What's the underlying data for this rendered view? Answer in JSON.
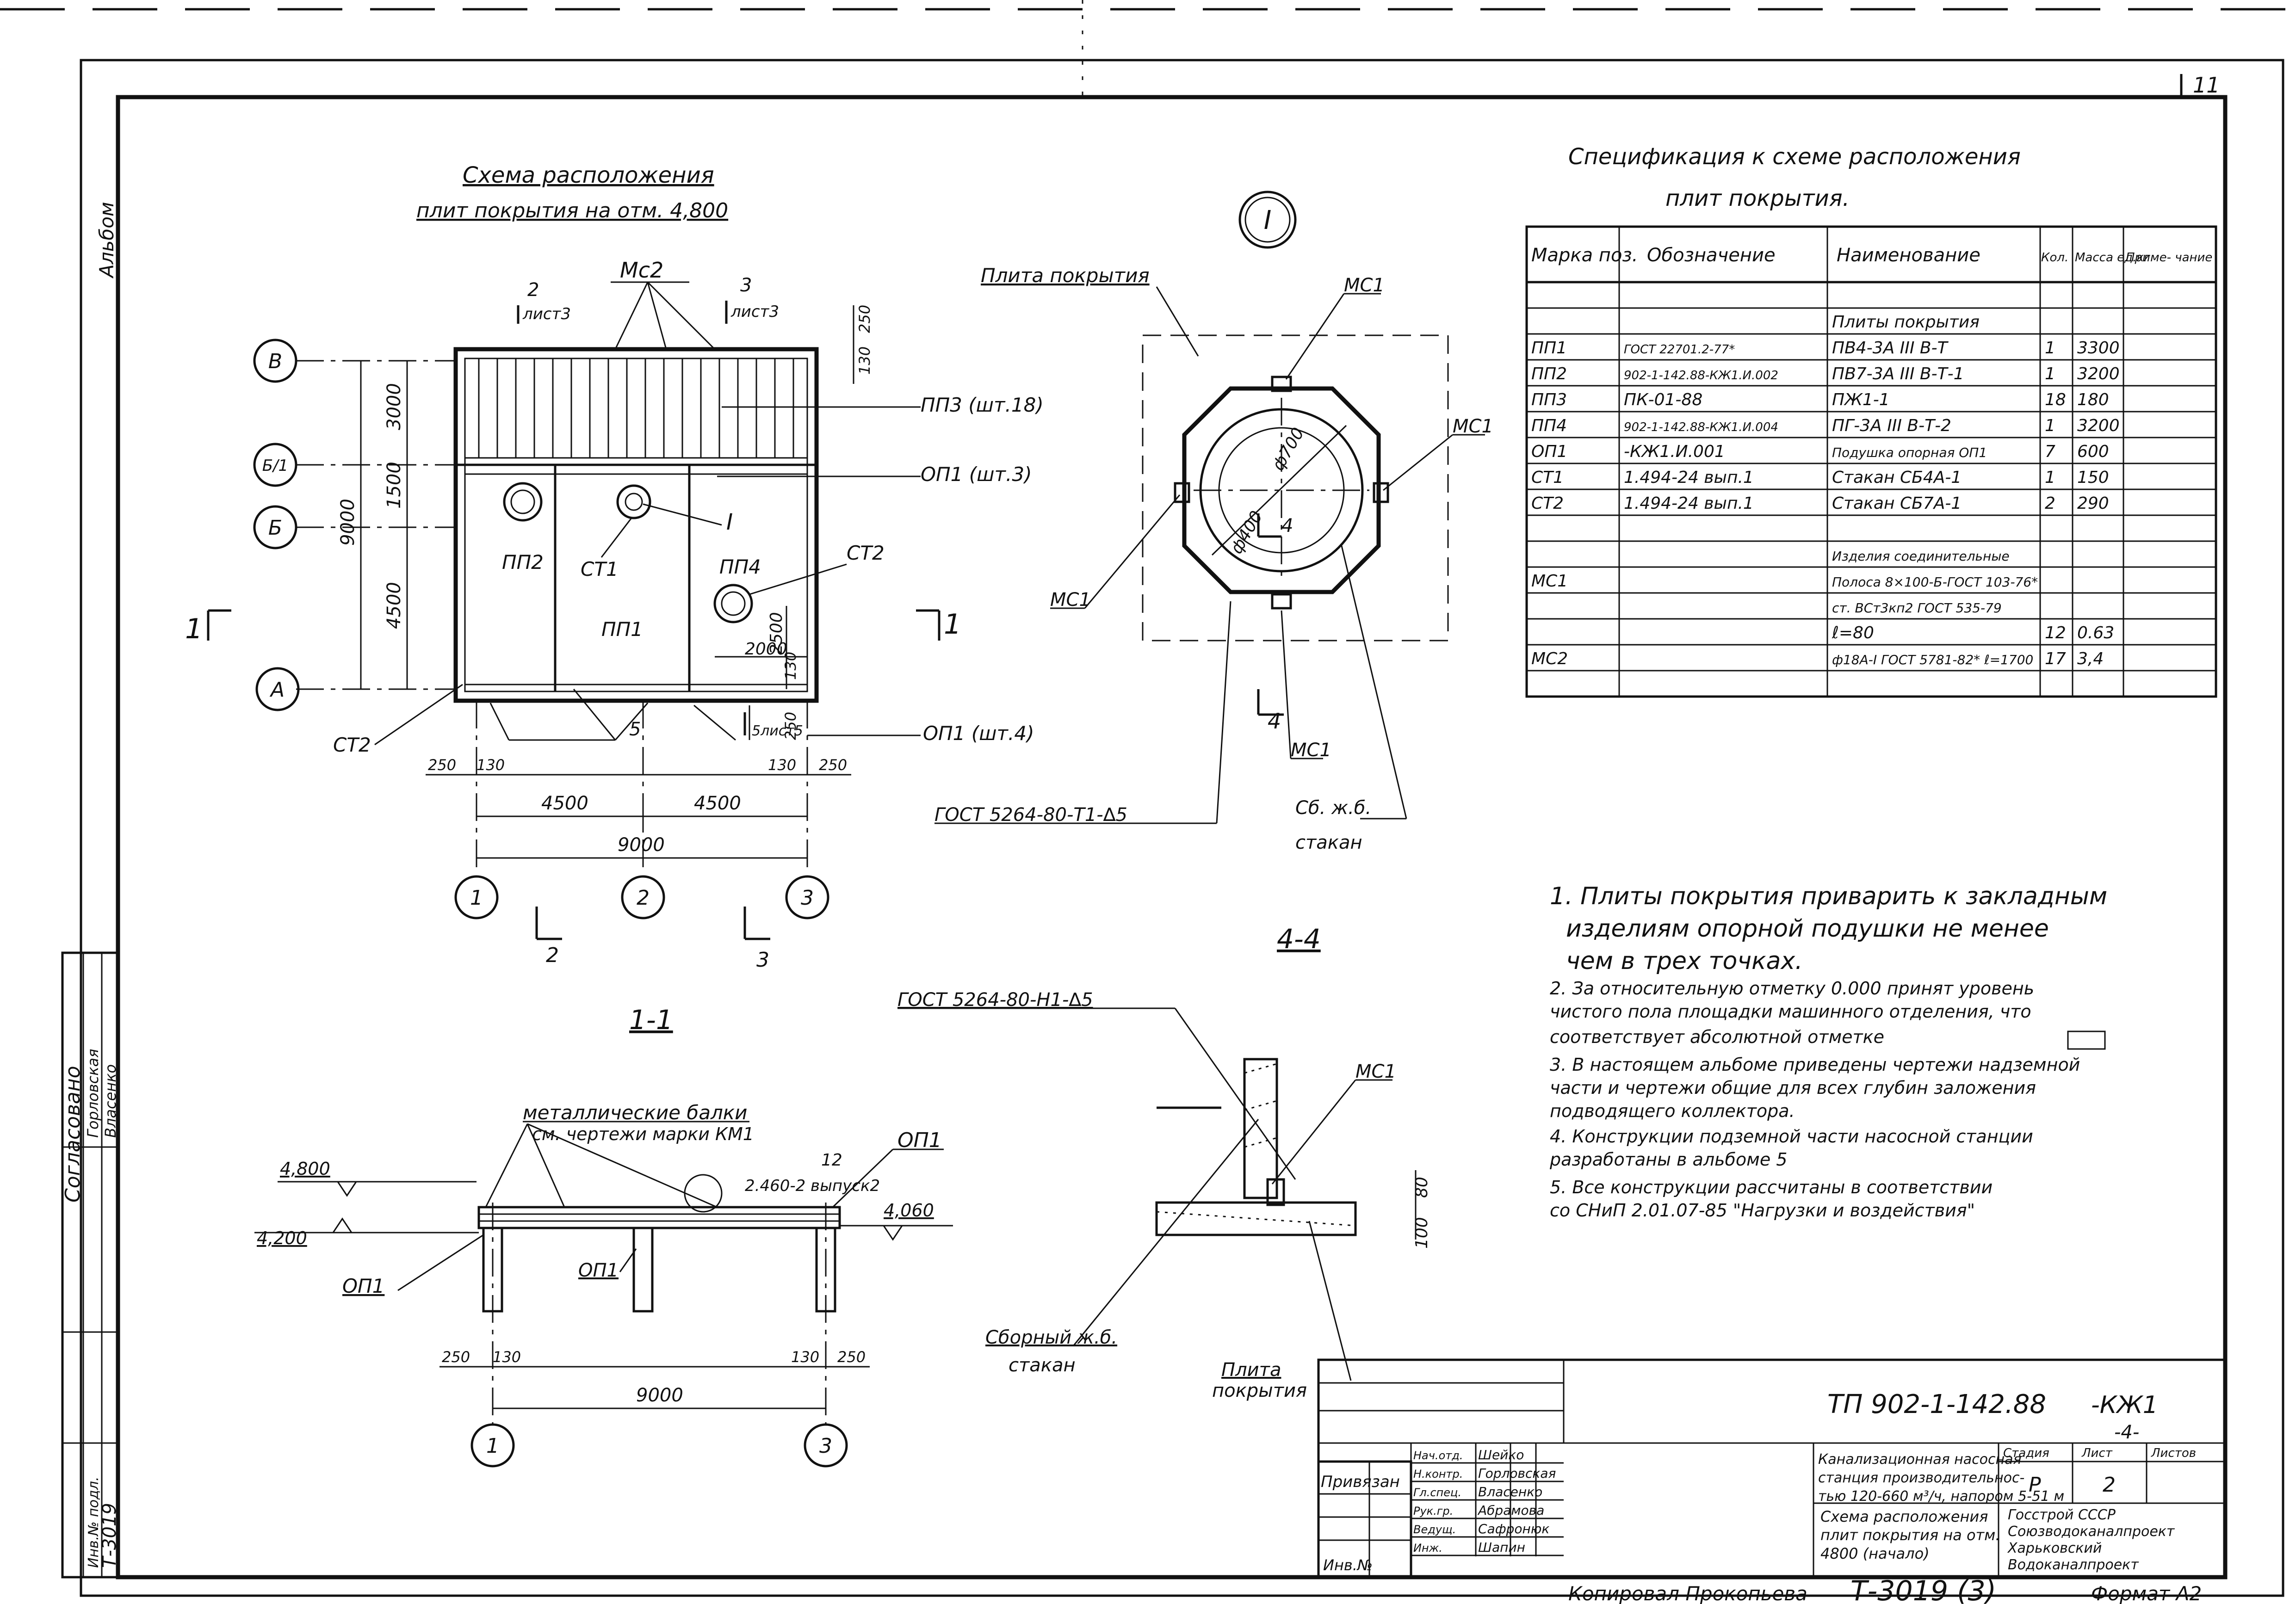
{
  "plan": {
    "title1": "Схема расположения",
    "title2": "плит покрытия на отм. 4,800",
    "mc2": "Мс2",
    "sec2": "2",
    "sec2_sheet": "лист3",
    "sec3": "3",
    "sec3_sheet": "лист3",
    "axis_v": "В",
    "axis_b1": "Б/1",
    "axis_b": "Б",
    "axis_a": "А",
    "axis_1": "1",
    "axis_2": "2",
    "axis_3": "3",
    "d3000": "3000",
    "d1500": "1500",
    "d4500v": "4500",
    "d9000v": "9000",
    "d250t": "250",
    "d130t": "130",
    "pp3": "ПП3 (шт.18)",
    "op1_3": "ОП1 (шт.3)",
    "pp2": "ПП2",
    "st1": "СТ1",
    "pp4": "ПП4",
    "st2_label": "СТ2",
    "mark_I": "I",
    "pp1": "ПП1",
    "d2000": "2000",
    "d2500": "2500",
    "d130b": "130",
    "d250b": "250",
    "st2": "СТ2",
    "sec5": "5",
    "sec5_sheet": "5лист5",
    "op1_4": "ОП1 (шт.4)",
    "d250l": "250",
    "d130l": "130",
    "d130r": "130",
    "d250r": "250",
    "d4500a": "4500",
    "d4500b": "4500",
    "d9000h": "9000",
    "sec1": "1",
    "sec1b": "1"
  },
  "node": {
    "mark": "I",
    "plita": "Плита покрытия",
    "mc1a": "МС1",
    "mc1b": "МС1",
    "mc1c": "МС1",
    "mc1d": "МС1",
    "d400": "ф400",
    "d700": "ф700",
    "sec4a": "4",
    "sec4b": "4",
    "gost": "ГОСТ 5264-80-Т1-∆5",
    "sb1": "Сб. ж.б.",
    "sb2": "стакан"
  },
  "section44": {
    "title": "4-4",
    "gost": "ГОСТ 5264-80-Н1-∆5",
    "mc1": "МС1",
    "d80": "80",
    "d100": "100",
    "sb1": "Сборный ж.б.",
    "sb2": "стакан",
    "pl1": "Плита",
    "pl2": "покрытия"
  },
  "section11": {
    "title": "1-1",
    "beams1": "металлические балки",
    "beams2": "см. чертежи марки КМ1",
    "op1top": "ОП1",
    "d12": "12",
    "plates": "2.460-2 выпуск2",
    "e4800": "4,800",
    "e4200": "4,200",
    "e4060": "4,060",
    "op1a": "ОП1",
    "op1b": "ОП1",
    "d250l": "250",
    "d130l": "130",
    "d130r": "130",
    "d250r": "250",
    "d9000": "9000",
    "axis_1": "1",
    "axis_3": "3"
  },
  "spec": {
    "title1": "Спецификация к схеме расположения",
    "title2": "плит покрытия.",
    "headers": [
      "Марка поз.",
      "Обозначение",
      "Наименование",
      "Кол.",
      "Масса ед.кг",
      "Приме- чание"
    ],
    "rows": [
      [
        "",
        "",
        "",
        "",
        "",
        ""
      ],
      [
        "",
        "",
        "Плиты покрытия",
        "",
        "",
        ""
      ],
      [
        "ПП1",
        "ГОСТ 22701.2-77*",
        "ПВ4-3А III В-Т",
        "1",
        "3300",
        ""
      ],
      [
        "ПП2",
        "902-1-142.88-КЖ1.И.002",
        "ПВ7-3А III В-Т-1",
        "1",
        "3200",
        ""
      ],
      [
        "ПП3",
        "ПК-01-88",
        "ПЖ1-1",
        "18",
        "180",
        ""
      ],
      [
        "ПП4",
        "902-1-142.88-КЖ1.И.004",
        "ПГ-3А III В-Т-2",
        "1",
        "3200",
        ""
      ],
      [
        "ОП1",
        "-КЖ1.И.001",
        "Подушка опорная ОП1",
        "7",
        "600",
        ""
      ],
      [
        "СТ1",
        "1.494-24 вып.1",
        "Стакан СБ4А-1",
        "1",
        "150",
        ""
      ],
      [
        "СТ2",
        "1.494-24 вып.1",
        "Стакан СБ7А-1",
        "2",
        "290",
        ""
      ],
      [
        "",
        "",
        "",
        "",
        "",
        ""
      ],
      [
        "",
        "",
        "Изделия соединительные",
        "",
        "",
        ""
      ],
      [
        "МС1",
        "",
        "Полоса 8×100-Б-ГОСТ 103-76*",
        "",
        "",
        ""
      ],
      [
        "",
        "",
        "ст. ВСт3кп2 ГОСТ 535-79",
        "",
        "",
        ""
      ],
      [
        "",
        "",
        "ℓ=80",
        "12",
        "0.63",
        ""
      ],
      [
        "МС2",
        "",
        "ф18А-I ГОСТ 5781-82* ℓ=1700",
        "17",
        "3,4",
        ""
      ],
      [
        "",
        "",
        "",
        "",
        "",
        ""
      ]
    ]
  },
  "notes": [
    "1. Плиты покрытия приварить к закладным",
    "изделиям опорной подушки не менее",
    "чем в трех точках.",
    "2. За относительную отметку 0.000 принят уровень",
    "чистого пола площадки машинного отделения, что",
    "соответствует абсолютной отметке",
    "3. В настоящем альбоме приведены чертежи надземной",
    "части и чертежи общие для всех глубин заложения",
    "подводящего коллектора.",
    "4. Конструкции подземной части насосной станции",
    "разработаны в альбоме 5",
    "5. Все конструкции рассчитаны в соответствии",
    "со СНиП 2.01.07-85 \"Нагрузки и воздействия\""
  ],
  "title_block": {
    "code": "ТП 902-1-142.88",
    "mark": "-КЖ1",
    "sheet_big": "-4-",
    "roles": [
      "Нач.отд.",
      "Н.контр.",
      "Гл.спец.",
      "Рук.гр.",
      "Ведущ.",
      "Инж."
    ],
    "names": [
      "Шейко",
      "Горловская",
      "Власенко",
      "Абрамова",
      "Сафронюк",
      "Шапин"
    ],
    "project": [
      "Канализационная насосная",
      "станция производительнос-",
      "тью 120-660 м³/ч, напором 5-51 м"
    ],
    "stage_hdr": "Стадия",
    "sheet_hdr": "Лист",
    "sheets_hdr": "Листов",
    "stage": "Р",
    "sheet": "2",
    "drawing": [
      "Схема расположения",
      "плит покрытия на отм.",
      "4800 (начало)"
    ],
    "org": [
      "Госстрой СССР",
      "Союзводоканалпроект",
      "Харьковский",
      "Водоканалпроект"
    ],
    "privyazan": "Привязан",
    "inv": "Инв.№"
  },
  "side": {
    "album": "Альбом",
    "agreed": "Согласовано",
    "sign1": "Горловская",
    "sign2": "Власенко",
    "invno_label": "Инв.№ подл.",
    "invno": "Т-3019",
    "page_num": "11"
  },
  "footer": {
    "copied": "Копировал Прокопьева",
    "stamp": "Т-3019 (3)",
    "format": "Формат А2"
  }
}
